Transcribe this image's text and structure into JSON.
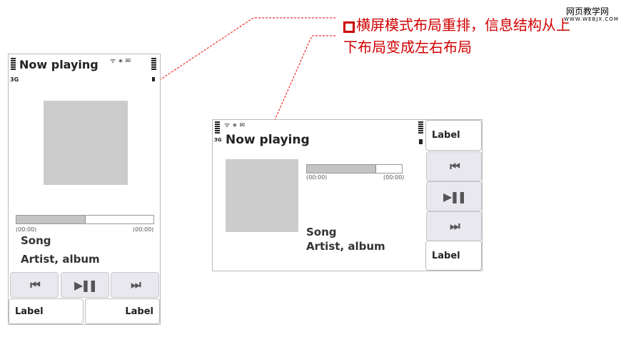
{
  "annotation": {
    "line1": "横屏模式布局重排，信息结构从上",
    "line2": "下布局变成左右布局",
    "color": "#d10000"
  },
  "watermark": {
    "title": "网页教学网",
    "url": "WWW.WEBJX.COM"
  },
  "portrait": {
    "title": "Now playing",
    "network": "3G",
    "progress": 0.5,
    "time_elapsed": "(00:00)",
    "time_total": "(00:00)",
    "song": "Song",
    "artist_album": "Artist, album",
    "left_label": "Label",
    "right_label": "Label"
  },
  "landscape": {
    "title": "Now playing",
    "network": "3G",
    "progress": 0.72,
    "time_elapsed": "(00:00)",
    "time_total": "(00:00)",
    "song": "Song",
    "artist_album": "Artist, album",
    "top_label": "Label",
    "bottom_label": "Label"
  },
  "icons": {
    "prev": "⏮",
    "playpause": "▶❚❚",
    "next": "⏭",
    "wifi": "wifi-icon",
    "bluetooth": "bluetooth-icon",
    "mail": "mail-icon"
  }
}
